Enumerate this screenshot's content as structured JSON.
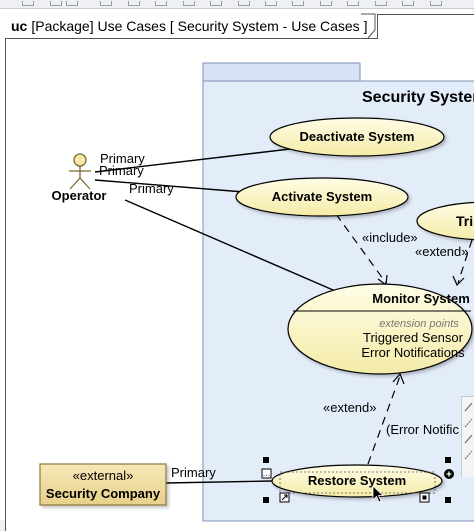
{
  "frame": {
    "keyword": "uc",
    "title": "[Package] Use Cases [ Security System - Use Cases ]"
  },
  "system": {
    "name": "Security System"
  },
  "actors": {
    "operator": {
      "name": "Operator"
    },
    "security_company": {
      "stereotype": "«external»",
      "name": "Security Company"
    }
  },
  "use_cases": {
    "deactivate": "Deactivate System",
    "activate": "Activate System",
    "trigger": "Tri",
    "monitor": {
      "name": "Monitor System",
      "ext_header": "extension points",
      "ext_points": [
        "Triggered Sensor",
        "Error Notifications"
      ]
    },
    "restore": "Restore System"
  },
  "relations": {
    "primary_labels": [
      "Primary",
      "Primary",
      "Primary",
      "Primary"
    ],
    "include": "«include»",
    "extend_1": "«extend»",
    "extend_2": "«extend»",
    "extension_condition": "(Error Notific"
  },
  "colors": {
    "usecase_fill": "#fbf6c6",
    "system_fill": "#e3ecf9",
    "system_border": "#7f93b5",
    "external_fill": "#f0dfa5"
  }
}
